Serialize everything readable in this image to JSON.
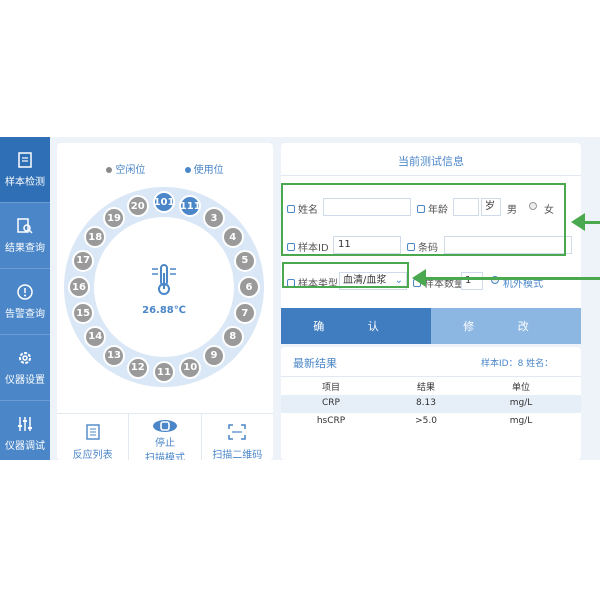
{
  "sidebar": {
    "items": [
      {
        "label": "样本检测",
        "icon": "document-icon"
      },
      {
        "label": "结果查询",
        "icon": "search-doc-icon"
      },
      {
        "label": "告警查询",
        "icon": "alert-icon"
      },
      {
        "label": "仪器设置",
        "icon": "gear-icon"
      },
      {
        "label": "仪器调试",
        "icon": "sliders-icon"
      }
    ]
  },
  "carousel": {
    "legend_empty": "空闲位",
    "legend_used": "使用位",
    "temperature": "26.88℃",
    "positions": [
      "101",
      "111",
      "3",
      "4",
      "5",
      "6",
      "7",
      "8",
      "9",
      "10",
      "11",
      "12",
      "13",
      "14",
      "15",
      "16",
      "17",
      "18",
      "19",
      "20"
    ],
    "used_positions": [
      "101",
      "111"
    ]
  },
  "bottom_buttons": {
    "reaction_list": "反应列表",
    "stop": "停止",
    "stop_sub": "扫描模式",
    "scan_qr": "扫描二维码"
  },
  "test_info": {
    "title": "当前测试信息",
    "name_label": "姓名",
    "name_value": "",
    "age_label": "年龄",
    "age_value": "",
    "age_unit": "岁",
    "male_label": "男",
    "female_label": "女",
    "sample_id_label": "样本ID",
    "sample_id_value": "11",
    "barcode_label": "条码",
    "barcode_value": "",
    "sample_type_label": "样本类型",
    "sample_type_value": "血清/血浆",
    "sample_count_label": "样本数量",
    "sample_count_value": "1",
    "external_mode_label": "机外模式",
    "confirm_label": "确 认",
    "edit_label": "修 改"
  },
  "results": {
    "title": "最新结果",
    "meta": "样本ID：8   姓名：",
    "headers": [
      "项目",
      "结果",
      "单位"
    ],
    "rows": [
      [
        "CRP",
        "8.13",
        "mg/L"
      ],
      [
        "hsCRP",
        ">5.0",
        "mg/L"
      ]
    ]
  },
  "colors": {
    "accent": "#4a86c8",
    "annotation": "#4aa84e"
  }
}
